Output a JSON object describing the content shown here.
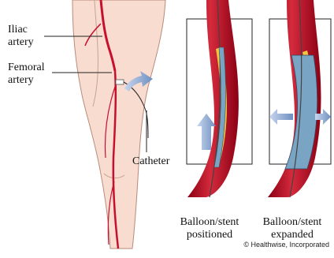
{
  "labels": {
    "iliac": [
      "Iliac",
      "artery"
    ],
    "femoral": [
      "Femoral",
      "artery"
    ],
    "catheter": "Catheter",
    "positioned": [
      "Balloon/stent",
      "positioned"
    ],
    "expanded": [
      "Balloon/stent",
      "expanded"
    ]
  },
  "credit": "© Healthwise, Incorporated",
  "colors": {
    "skin": "#f7dccf",
    "skin_outline": "#b98a7a",
    "artery": "#c8102e",
    "artery_dark": "#8b0014",
    "plaque": "#f4c542",
    "arrow": "#6f8fc0",
    "stent": "#7aa4c4"
  }
}
